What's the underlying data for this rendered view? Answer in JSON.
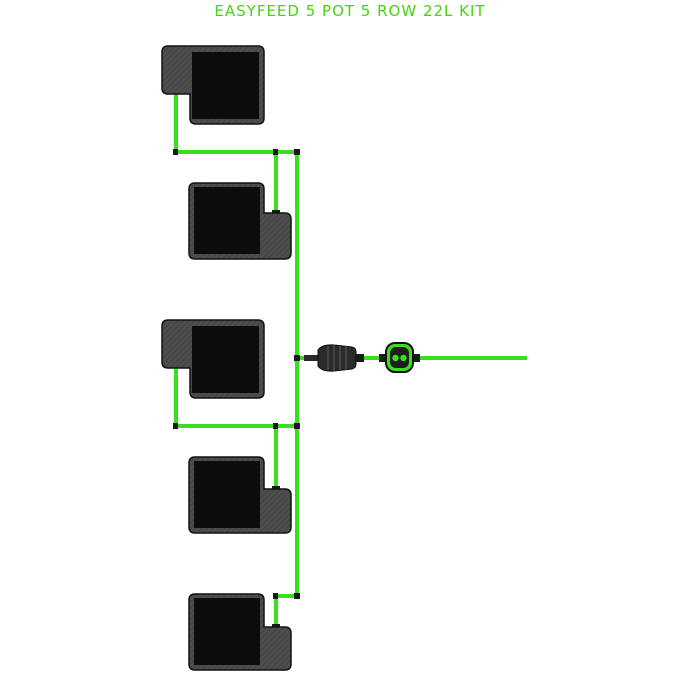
{
  "title": "EASYFEED 5 POT 5 ROW 22L KIT",
  "colors": {
    "tube": "#37e01b",
    "pot_body": "#4a4a4a",
    "pot_outline": "#111111",
    "pot_reservoir": "#0c0c0c",
    "title_text": "#47d40f"
  },
  "components": {
    "pots": [
      {
        "name": "pot-1",
        "outlet_side": "left"
      },
      {
        "name": "pot-2",
        "outlet_side": "right"
      },
      {
        "name": "pot-3",
        "outlet_side": "left"
      },
      {
        "name": "pot-4",
        "outlet_side": "right"
      },
      {
        "name": "pot-5",
        "outlet_side": "right"
      }
    ],
    "filter": "filter-icon",
    "valve": "valve-icon"
  }
}
